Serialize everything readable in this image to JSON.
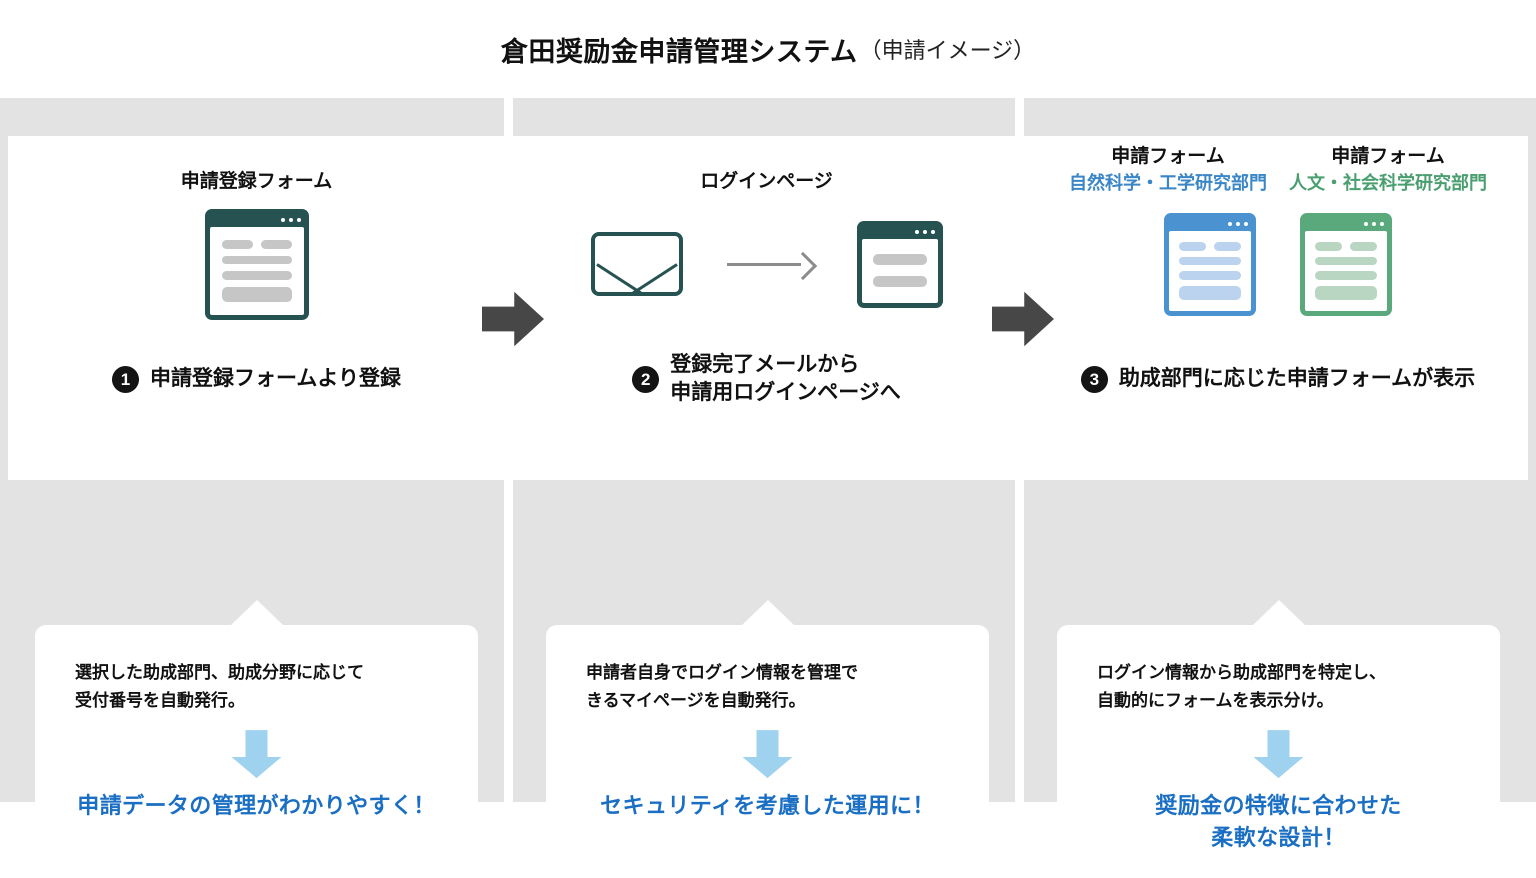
{
  "header": {
    "title_main": "倉田奨励金申請管理システム",
    "title_sub": "（申請イメージ）"
  },
  "flow": {
    "steps": [
      {
        "number": "❶",
        "heads": [
          {
            "title": "申請登録フォーム",
            "sub": "",
            "color": ""
          }
        ],
        "icons": [
          "form-window-teal"
        ],
        "caption": "申請登録フォームより登録"
      },
      {
        "number": "❷",
        "heads": [
          {
            "title": "ログインページ",
            "sub": "",
            "color": ""
          }
        ],
        "icons": [
          "envelope",
          "arrow-right-small",
          "login-window-teal"
        ],
        "caption_line1": "登録完了メールから",
        "caption_line2": "申請用ログインページへ"
      },
      {
        "number": "❸",
        "heads": [
          {
            "title": "申請フォーム",
            "sub": "自然科学・工学研究部門",
            "color": "#3b86c6"
          },
          {
            "title": "申請フォーム",
            "sub": "人文・社会科学研究部門",
            "color": "#4a9e70"
          }
        ],
        "icons": [
          "form-window-blue",
          "form-window-green"
        ],
        "caption": "助成部門に応じた申請フォームが表示"
      }
    ],
    "connector_arrows": [
      "arrow-right-large",
      "arrow-right-large"
    ]
  },
  "cards": [
    {
      "desc_line1": "選択した助成部門、助成分野に応じて",
      "desc_line2": "受付番号を自動発行。",
      "benefit_line1": "申請データの管理がわかりやすく！",
      "benefit_line2": ""
    },
    {
      "desc_line1": "申請者自身でログイン情報を管理で",
      "desc_line2": "きるマイページを自動発行。",
      "benefit_line1": "セキュリティを考慮した運用に！",
      "benefit_line2": ""
    },
    {
      "desc_line1": "ログイン情報から助成部門を特定し、",
      "desc_line2": "自動的にフォームを表示分け。",
      "benefit_line1": "奨励金の特徴に合わせた",
      "benefit_line2": "柔軟な設計！"
    }
  ],
  "colors": {
    "background_gray": "#e3e3e3",
    "panel_white": "#ffffff",
    "teal": "#265252",
    "blue_accent": "#4a92d0",
    "green_accent": "#5aa97c",
    "benefit_blue": "#1a6fc4",
    "arrow_light_blue": "#9ed2ef",
    "arrow_dark": "#474747"
  }
}
